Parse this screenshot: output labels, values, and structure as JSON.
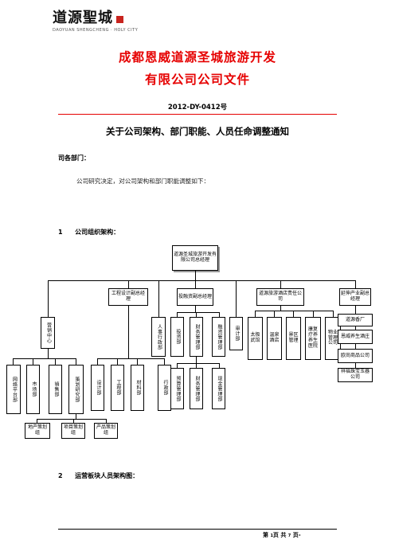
{
  "logo": {
    "name": "道源聖城",
    "subtitle": "DAOYUAN SHENGCHENG · HOLY CITY"
  },
  "header": {
    "title_line1": "成都恩威道源圣城旅游开发",
    "title_line2": "有限公司公司文件",
    "doc_number": "2012-DY-0412号"
  },
  "colors": {
    "accent": "#e60000",
    "seal": "#c8241e"
  },
  "subject": "关于公司架构、部门职能、人员任命调整通知",
  "recipient": "司各部门：",
  "body_text": "公司研究决定，对公司架构和部门职能调整如下：",
  "section1": {
    "number": "1",
    "title": "公司组织架构："
  },
  "section2": {
    "number": "2",
    "title": "运营板块人员架构图："
  },
  "org": {
    "top": "道源圣城旅游开发有限公司总经理",
    "l1": {
      "eng": "工程设计副总经理",
      "inv": "投融资副总经理",
      "travel": "道源旅游酒店责任公司",
      "ext": "延伸产业副总经理"
    },
    "l2": {
      "hr": "人事行政部",
      "invdept": "投资部",
      "fin": "财务管理部",
      "finance": "融资管理部",
      "audit": "审计部",
      "taiji": "太极武馆",
      "hot": "温泉酒店",
      "scenic": "景区管理",
      "rehab": "康复疗养养生医院",
      "property": "物业管理公司",
      "marketing": "营销中心",
      "ext1": "道源香厂",
      "ext2": "恩威养生酒庄",
      "ext3": "欧尚商品公司",
      "ext4": "祥福珠宝玉器公司"
    },
    "l3": {
      "net": "网络平台部",
      "market": "市场部",
      "sales": "销售部",
      "plan": "策划研究部",
      "design": "设计部",
      "engdept": "工程部",
      "material": "材料部",
      "admin": "行政部",
      "budget": "预算管理部",
      "fin2": "财务管理部",
      "cash": "现金管理部"
    },
    "l4": {
      "land": "地产策划组",
      "project": "项目策划组",
      "product": "产品策划组"
    }
  },
  "footer": {
    "page_prefix": "第",
    "current": "1",
    "mid": "页 共",
    "total": "7",
    "suffix": "页-"
  }
}
